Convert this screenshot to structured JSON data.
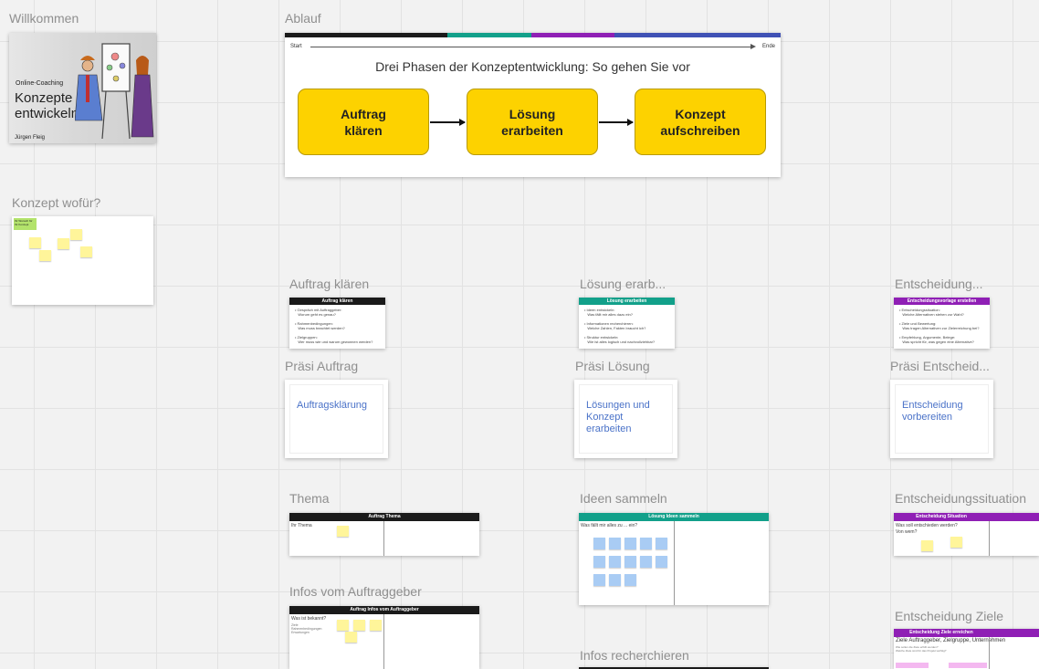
{
  "frames": {
    "willkommen": "Willkommen",
    "konzept_wofuer": "Konzept wofür?",
    "ablauf": "Ablauf",
    "auftrag_klaeren": "Auftrag klären",
    "loesung_erarb": "Lösung erarb...",
    "entscheidung": "Entscheidung...",
    "praesi_auftrag": "Präsi Auftrag",
    "praesi_loesung": "Präsi Lösung",
    "praesi_entscheid": "Präsi Entscheid...",
    "thema": "Thema",
    "ideen_sammeln": "Ideen sammeln",
    "entscheidungssituation": "Entscheidungssituation",
    "infos_auftraggeber": "Infos vom Auftraggeber",
    "entscheidung_ziele": "Entscheidung Ziele",
    "infos_recherchieren": "Infos recherchieren"
  },
  "intro": {
    "subtitle": "Online-Coaching",
    "title": "Konzepte entwickeln",
    "author": "Jürgen Fleig"
  },
  "konzept_card": {
    "green_note": "Ihr Wunsch für Ihr Konzept"
  },
  "ablauf": {
    "start": "Start",
    "ende": "Ende",
    "heading": "Drei Phasen der Konzeptentwicklung: So gehen Sie vor",
    "phase1": "Auftrag klären",
    "phase2": "Lösung erarbeiten",
    "phase3": "Konzept aufschreiben",
    "bar_colors": [
      "#1a1a1a",
      "#12a08a",
      "#8f1fb5",
      "#3f51b5"
    ]
  },
  "docs": {
    "auftrag": {
      "header": "Auftrag klären",
      "b1": "Gespräch mit Auftraggeber:",
      "b1s": "Worum geht es genau?",
      "b2": "Rahmenbedingungen:",
      "b2s": "Was muss beachtet werden?",
      "b3": "Zielgruppen:",
      "b3s": "Wer muss wie und warum gewonnen werden?"
    },
    "loesung": {
      "header": "Lösung erarbeiten",
      "b1": "Ideen entwickeln:",
      "b1s": "Was fällt mir alles dazu ein?",
      "b2": "Informationen recherchieren:",
      "b2s": "Welche Zahlen, Fakten braucht ich?",
      "b3": "Struktur entwickeln:",
      "b3s": "Wie ist alles logisch und nachvollziehbar?"
    },
    "entscheidung": {
      "header": "Entscheidungsvorlage erstellen",
      "b1": "Entscheidungssituation:",
      "b1s": "Welche Alternativen stehen zur Wahl?",
      "b2": "Ziele und Bewertung:",
      "b2s": "Was tragen Alternativen zur Zielerreichung bei?",
      "b3": "Empfehlung, Argumente, Belege:",
      "b3s": "Was spricht für, was gegen eine Alternative?"
    }
  },
  "slides": {
    "auftrag": "Auftragsklärung",
    "loesung": "Lösungen und Konzept erarbeiten",
    "entscheidung": "Entscheidung vorbereiten"
  },
  "worksheets": {
    "thema": {
      "header": "Auftrag Thema",
      "q": "Ihr Thema"
    },
    "ideen": {
      "header": "Lösung Ideen sammeln",
      "q": "Was fällt mir alles zu ... ein?"
    },
    "situation": {
      "header": "Entscheidung Situation",
      "q1": "Was soll entschieden werden?",
      "q2": "Von wem?"
    },
    "infos": {
      "header": "Auftrag Infos vom Auftraggeber",
      "q": "Was ist bekannt?",
      "s1": "Ziele",
      "s2": "Rahmenbedingungen",
      "s3": "Erwartungen"
    },
    "ziele": {
      "header": "Entscheidung Ziele erreichen",
      "q": "Ziele Auftraggeber, Zielgruppe, Unternehmen",
      "p1": "Wie sollen die Ziele erfüllt werden?",
      "p2": "Welche Ziele sind für das Projekt wichtig?"
    }
  },
  "colors": {
    "black": "#1a1a1a",
    "teal": "#12a08a",
    "purple": "#8f1fb5",
    "yellow_phase": "#fdd200",
    "sticky_yellow": "#fff59a",
    "sticky_blue": "#a9ccf4"
  }
}
